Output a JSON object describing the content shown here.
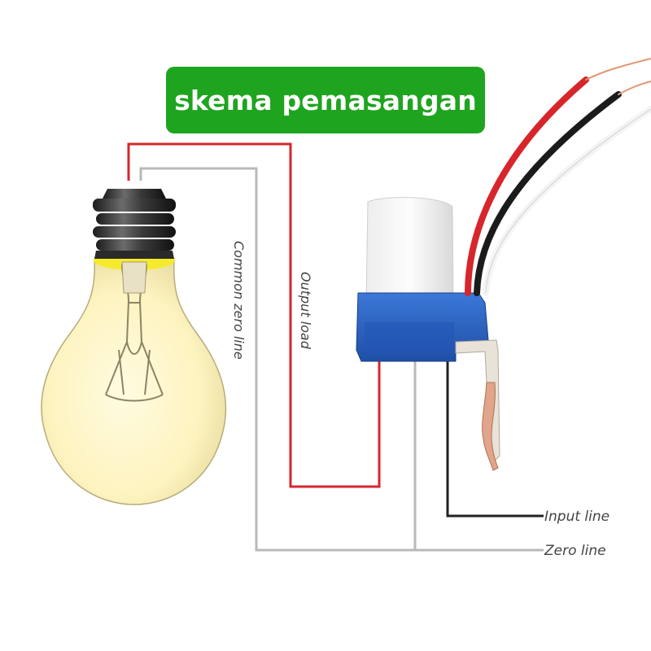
{
  "title": "skema pemasangan",
  "labels": {
    "common_zero_line": "Common zero line",
    "output_load": "Output load",
    "input_line": "Input line",
    "zero_line": "Zero line"
  },
  "colors": {
    "title_bg": "#1fa41f",
    "live_wire": "#d7262b",
    "input_wire": "#222222",
    "neutral_wire": "#b9b9b9",
    "sensor_body": "#2a62c0",
    "bulb_glass": "#fff6c6"
  }
}
